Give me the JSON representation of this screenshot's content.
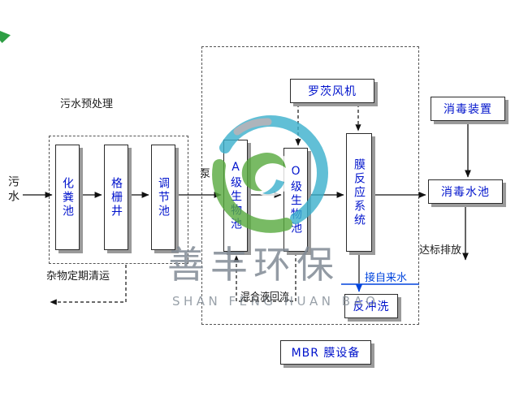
{
  "flow": {
    "influent_label": "污水",
    "pump_label": "泵",
    "pretreatment": {
      "title": "污水预处理",
      "boxes": [
        {
          "label": "化粪池"
        },
        {
          "label": "格栅井"
        },
        {
          "label": "调节池"
        }
      ],
      "debris_note": "杂物定期清运"
    },
    "bio": {
      "blower": "罗茨风机",
      "boxes": [
        {
          "label": "A级生物池"
        },
        {
          "label": "O级生物池"
        },
        {
          "label": "膜反应系统"
        }
      ],
      "mixed_liquor_return": "混合液回流",
      "tap_water_note": "接自来水",
      "backwash": "反冲洗"
    },
    "disinfection_device": "消毒装置",
    "disinfection_tank": "消毒水池",
    "discharge_note": "达标排放",
    "mbr_equipment": "MBR 膜设备"
  },
  "watermark": {
    "cn": "善丰环保",
    "en": "SHAN FENG HUAN BAO"
  },
  "colors": {
    "box_text": "#0013cc",
    "line": "#111111",
    "tap_water_line": "#0044dd",
    "box_shadow": "#9a9a9a",
    "watermark_gray": "#80899a",
    "logo_cyan": "#3ab0cc",
    "logo_green": "#57aa3e"
  }
}
